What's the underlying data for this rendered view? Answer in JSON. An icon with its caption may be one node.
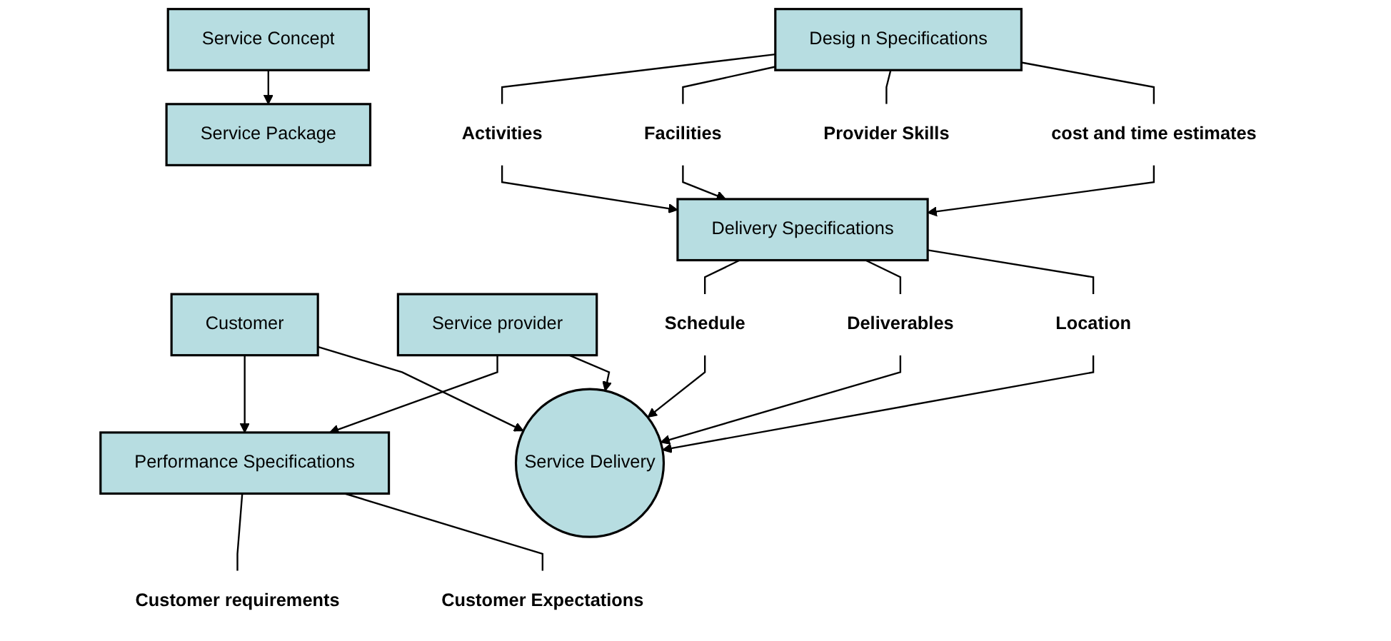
{
  "diagram": {
    "nodes": [
      {
        "text": [
          "Service Concept"
        ]
      },
      {
        "text": [
          "Service Package"
        ]
      },
      {
        "text": [
          "Performance Specifications"
        ]
      },
      {
        "text": [
          "Customer"
        ]
      },
      {
        "text": [
          "Service provider"
        ]
      },
      {
        "text": [
          "Customer requirements"
        ]
      },
      {
        "text": [
          "Customer Expectations"
        ]
      },
      {
        "text": [
          "Desig n Specifications"
        ]
      },
      {
        "text": [
          "Activities"
        ]
      },
      {
        "text": [
          "Facilities"
        ]
      },
      {
        "text": [
          "Provider Skills"
        ]
      },
      {
        "text": [
          "cost and time estimates"
        ]
      },
      {
        "text": [
          "Delivery Specifications"
        ]
      },
      {
        "text": [
          "Schedule"
        ]
      },
      {
        "text": [
          "Deliverables"
        ]
      },
      {
        "text": [
          "Location"
        ]
      },
      {
        "text": [
          "Service Delivery"
        ]
      }
    ],
    "edges": [
      {
        "from": 0,
        "to": 1,
        "arrow": "to"
      },
      {
        "from": 3,
        "to": 2,
        "arrow": "to"
      },
      {
        "from": 4,
        "to": 2,
        "arrow": "to"
      },
      {
        "from": 2,
        "to": 5,
        "arrow": "none"
      },
      {
        "from": 2,
        "to": 6,
        "arrow": "none"
      },
      {
        "from": 7,
        "to": 8,
        "arrow": "none"
      },
      {
        "from": 7,
        "to": 9,
        "arrow": "none"
      },
      {
        "from": 7,
        "to": 10,
        "arrow": "none"
      },
      {
        "from": 7,
        "to": 11,
        "arrow": "none"
      },
      {
        "from": 8,
        "to": 12,
        "arrow": "to"
      },
      {
        "from": 9,
        "to": 12,
        "arrow": "to"
      },
      {
        "from": 11,
        "to": 12,
        "arrow": "to"
      },
      {
        "from": 12,
        "to": 13,
        "arrow": "none"
      },
      {
        "from": 12,
        "to": 14,
        "arrow": "none"
      },
      {
        "from": 12,
        "to": 15,
        "arrow": "none"
      },
      {
        "from": 13,
        "to": 16,
        "arrow": "to"
      },
      {
        "from": 14,
        "to": 16,
        "arrow": "to"
      },
      {
        "from": 15,
        "to": 16,
        "arrow": "to"
      },
      {
        "from": 3,
        "to": 16,
        "arrow": "to"
      },
      {
        "from": 4,
        "to": 16,
        "arrow": "to"
      }
    ]
  }
}
